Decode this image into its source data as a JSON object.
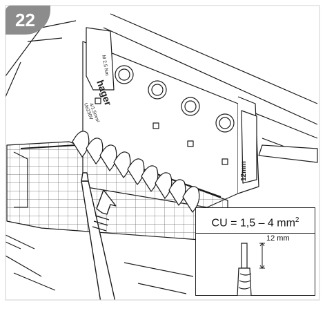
{
  "step": {
    "number": "22"
  },
  "product": {
    "brand": "hager",
    "torque_label": "M 2,5 Nm",
    "rating_label": "4/1,5mm²",
    "voltage_label": "Ue230V",
    "strip_gauge_label": "12mm"
  },
  "wire_spec": {
    "cu_prefix": "CU = 1,5 – 4 mm",
    "cu_superscript": "2",
    "strip_length": "12 mm"
  },
  "colors": {
    "badge": "#8c8c8c",
    "line": "#1a1a1a",
    "grid": "#555555"
  },
  "icons": {
    "push_arrow": "push-arrow-icon",
    "screwdriver": "screwdriver-icon"
  }
}
